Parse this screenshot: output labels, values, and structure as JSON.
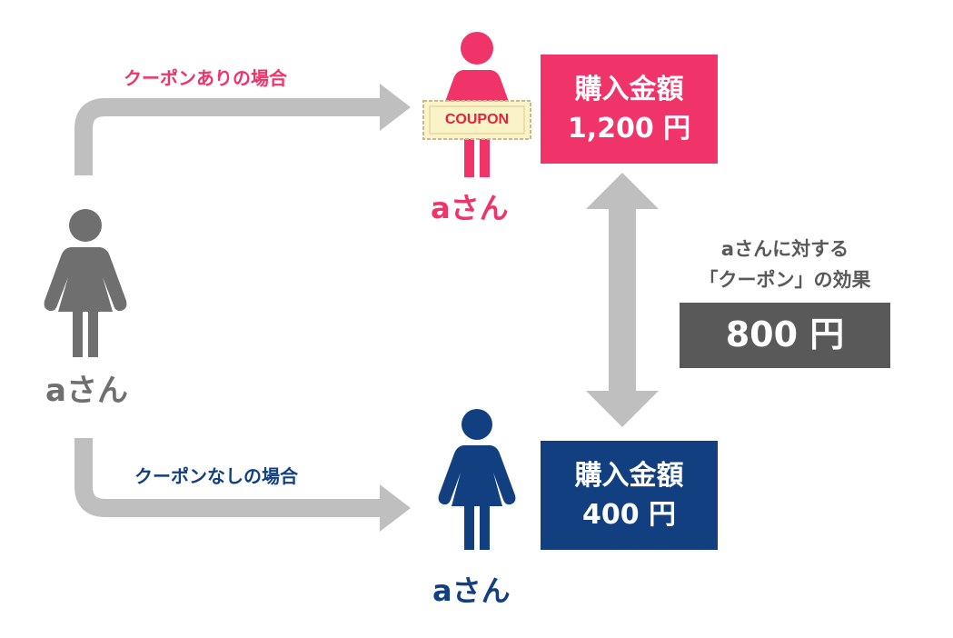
{
  "colors": {
    "coupon": "#f0346a",
    "nocoupon": "#123f80",
    "neutral": "#6f6f6f",
    "arrow": "#bfbfbf",
    "effect_box": "#595959",
    "coupon_ticket_bg": "#fbf3c8",
    "coupon_ticket_border": "#c9b98a"
  },
  "icons": {
    "neutral_person": "woman-icon",
    "coupon_person": "woman-holding-coupon-icon",
    "nocoupon_person": "woman-icon"
  },
  "left_person": {
    "name": "aさん"
  },
  "with_coupon": {
    "path_label": "クーポンありの場合",
    "person_name": "aさん",
    "coupon_text": "COUPON",
    "box_title": "購入金額",
    "box_amount": "1,200 円"
  },
  "without_coupon": {
    "path_label": "クーポンなしの場合",
    "person_name": "aさん",
    "box_title": "購入金額",
    "box_amount": "400 円"
  },
  "effect": {
    "line1": "aさんに対する",
    "line2": "「クーポン」の効果",
    "value": "800 円"
  }
}
